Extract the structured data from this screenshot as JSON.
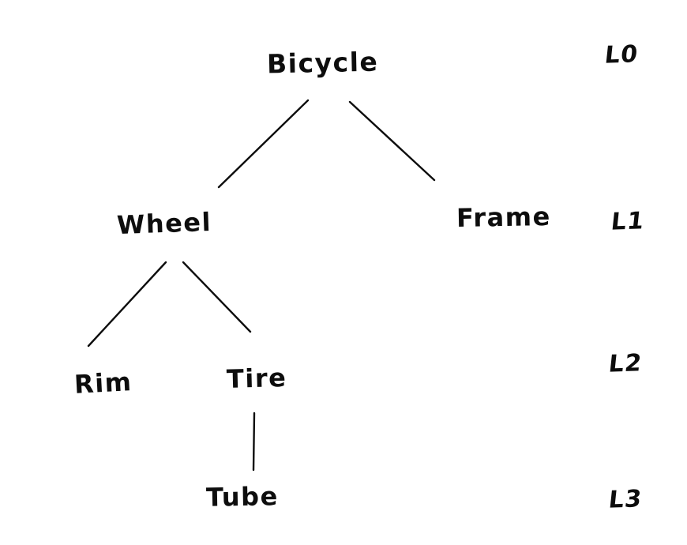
{
  "diagram": {
    "type": "tree",
    "description": "Hand-drawn component hierarchy of a bicycle with level annotations",
    "colors": {
      "ink": "#0d0d0d",
      "background": "#ffffff"
    },
    "nodes": [
      {
        "id": "bicycle",
        "label": "Bicycle",
        "level": 0,
        "parent": null
      },
      {
        "id": "wheel",
        "label": "Wheel",
        "level": 1,
        "parent": "bicycle"
      },
      {
        "id": "frame",
        "label": "Frame",
        "level": 1,
        "parent": "bicycle"
      },
      {
        "id": "rim",
        "label": "Rim",
        "level": 2,
        "parent": "wheel"
      },
      {
        "id": "tire",
        "label": "Tire",
        "level": 2,
        "parent": "wheel"
      },
      {
        "id": "tube",
        "label": "Tube",
        "level": 3,
        "parent": "tire"
      }
    ],
    "edges": [
      {
        "from": "bicycle",
        "to": "wheel"
      },
      {
        "from": "bicycle",
        "to": "frame"
      },
      {
        "from": "wheel",
        "to": "rim"
      },
      {
        "from": "wheel",
        "to": "tire"
      },
      {
        "from": "tire",
        "to": "tube"
      }
    ],
    "level_labels": [
      "L0",
      "L1",
      "L2",
      "L3"
    ]
  }
}
